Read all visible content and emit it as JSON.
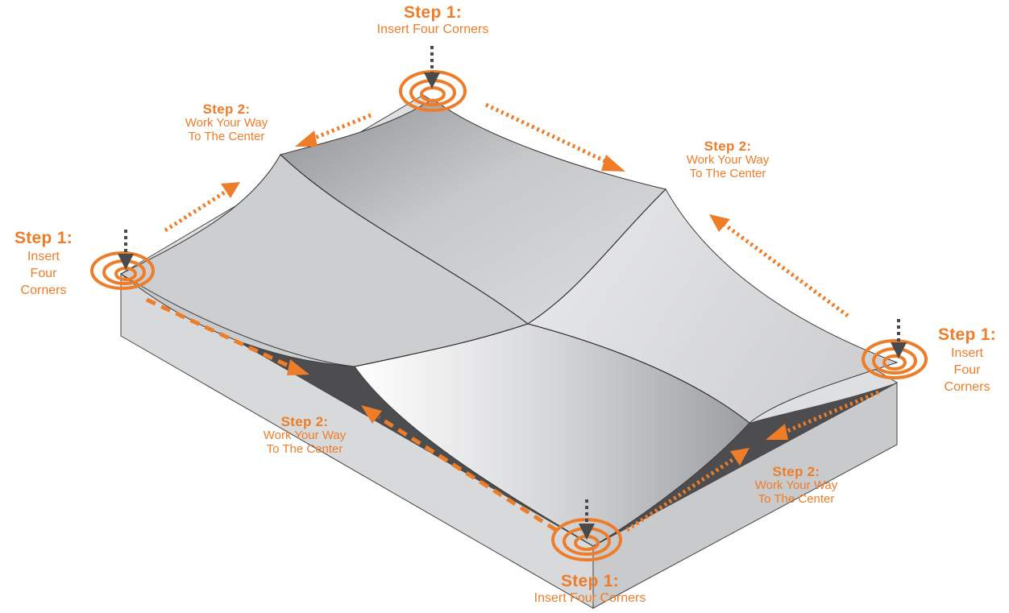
{
  "colors": {
    "accent": "#ee7d2a",
    "pin": "#4a4a4a",
    "base_top": "#d9d9d9",
    "base_side": "#cfcfcf",
    "fabric_light": "#e6e7e8",
    "fabric_dark": "#a7a9ac",
    "shadow": "#4d4d4f"
  },
  "labels": {
    "top": {
      "step": "Step 1:",
      "desc": "Insert Four Corners"
    },
    "left": {
      "step": "Step 1:",
      "desc_lines": [
        "Insert",
        "Four",
        "Corners"
      ]
    },
    "right": {
      "step": "Step 1:",
      "desc_lines": [
        "Insert",
        "Four",
        "Corners"
      ]
    },
    "bottom": {
      "step": "Step 1:",
      "desc": "Insert Four Corners"
    },
    "upper_left": {
      "step": "Step 2:",
      "desc_lines": [
        "Work Your Way",
        "To The Center"
      ]
    },
    "upper_right": {
      "step": "Step 2:",
      "desc_lines": [
        "Work Your Way",
        "To The Center"
      ]
    },
    "lower_left": {
      "step": "Step 2:",
      "desc_lines": [
        "Work Your Way",
        "To The Center"
      ]
    },
    "lower_right": {
      "step": "Step 2:",
      "desc_lines": [
        "Work Your Way",
        "To The Center"
      ]
    }
  }
}
